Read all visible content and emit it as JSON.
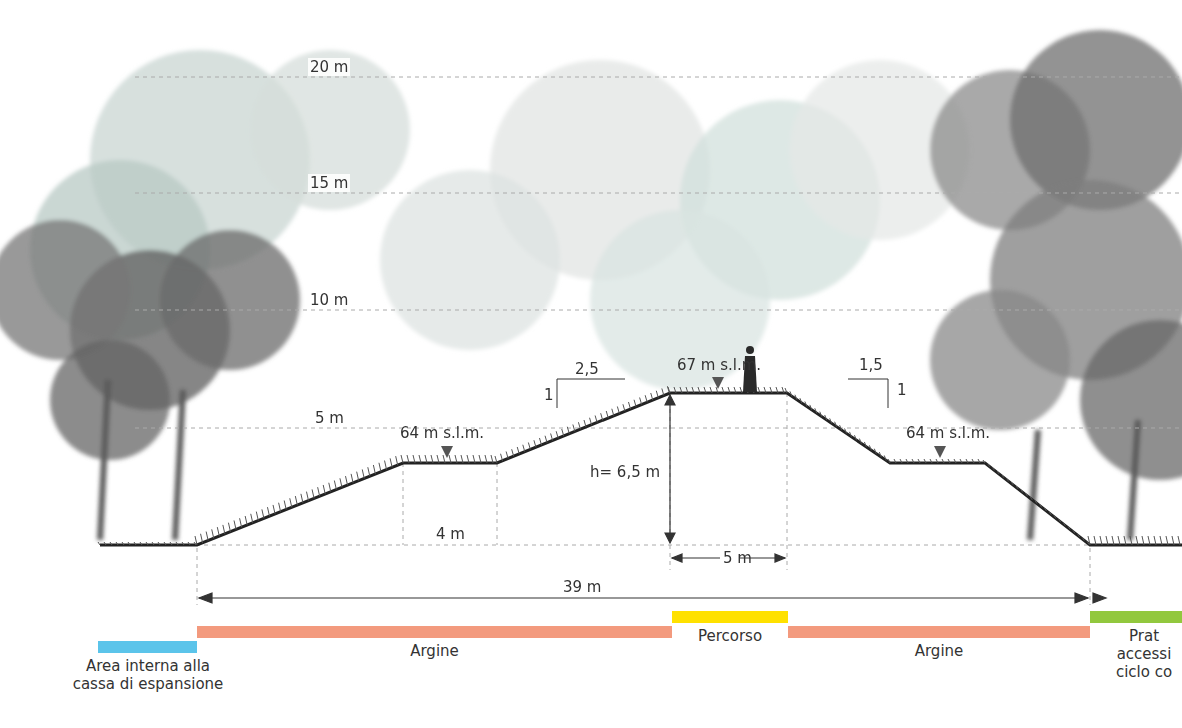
{
  "diagram": {
    "nodes": [
      {
        "text": [
          "Area  interna alla cassa di espansione"
        ]
      },
      {
        "text": [
          "Argine"
        ]
      },
      {
        "text": [
          "Percorso"
        ]
      },
      {
        "text": [
          "Argine"
        ]
      },
      {
        "text": [
          "Prat accessi ciclo co"
        ]
      }
    ],
    "labels": [
      "20 m",
      "15 m",
      "10 m",
      "5 m",
      "64 m s.l.m.",
      "67 m s.l.m.",
      "64 m s.l.m.",
      "2,5",
      "1",
      "1,5",
      "1",
      "h= 6,5 m",
      "4 m",
      "5 m",
      "39 m"
    ]
  }
}
